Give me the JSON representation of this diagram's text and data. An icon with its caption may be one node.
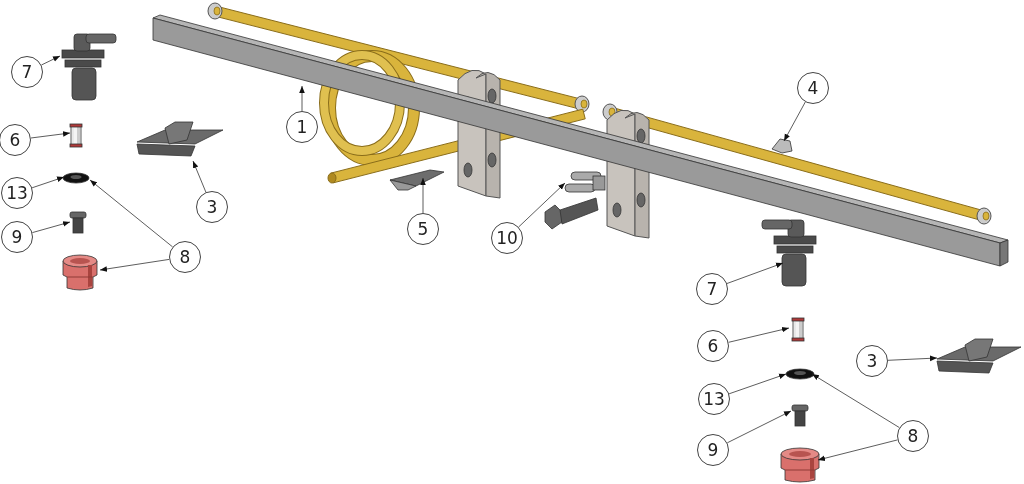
{
  "diagram": {
    "nodes": [
      {
        "text": [
          "7"
        ]
      },
      {
        "text": [],
        "shape": "picture"
      },
      {
        "text": [
          "6"
        ]
      },
      {
        "text": [],
        "shape": "picture"
      },
      {
        "text": [
          "13"
        ]
      },
      {
        "text": [],
        "shape": "picture"
      },
      {
        "text": [
          "9"
        ]
      },
      {
        "text": [],
        "shape": "picture"
      },
      {
        "text": [
          "8"
        ]
      },
      {
        "text": [],
        "shape": "picture"
      },
      {
        "text": [
          "3"
        ]
      },
      {
        "text": [],
        "shape": "picture"
      },
      {
        "text": [
          "1"
        ]
      },
      {
        "text": [],
        "shape": "picture"
      },
      {
        "text": [
          "5"
        ]
      },
      {
        "text": [],
        "shape": "picture"
      },
      {
        "text": [
          "10"
        ]
      },
      {
        "text": [],
        "shape": "picture"
      },
      {
        "text": [
          "4"
        ]
      },
      {
        "text": [],
        "shape": "picture"
      },
      {
        "text": [
          "7"
        ]
      },
      {
        "text": [],
        "shape": "picture"
      },
      {
        "text": [
          "6"
        ]
      },
      {
        "text": [],
        "shape": "picture"
      },
      {
        "text": [
          "13"
        ]
      },
      {
        "text": [],
        "shape": "picture"
      },
      {
        "text": [
          "9"
        ]
      },
      {
        "text": [],
        "shape": "picture"
      },
      {
        "text": [
          "8"
        ]
      },
      {
        "text": [],
        "shape": "picture"
      },
      {
        "text": [
          "3"
        ]
      },
      {
        "text": [],
        "shape": "picture"
      }
    ],
    "edges": [
      {
        "from": 0,
        "to": 1,
        "arrow": "to"
      },
      {
        "from": 2,
        "to": 3,
        "arrow": "to"
      },
      {
        "from": 4,
        "to": 5,
        "arrow": "to"
      },
      {
        "from": 6,
        "to": 7,
        "arrow": "to"
      },
      {
        "from": 8,
        "to": 5,
        "arrow": "to"
      },
      {
        "from": 8,
        "to": 9,
        "arrow": "to"
      },
      {
        "from": 10,
        "to": 11,
        "arrow": "to"
      },
      {
        "from": 12,
        "to": 13,
        "arrow": "to"
      },
      {
        "from": 14,
        "to": 15,
        "arrow": "to"
      },
      {
        "from": 16,
        "to": 17,
        "arrow": "to"
      },
      {
        "from": 18,
        "to": 19,
        "arrow": "to"
      },
      {
        "from": 20,
        "to": 21,
        "arrow": "to"
      },
      {
        "from": 22,
        "to": 23,
        "arrow": "to"
      },
      {
        "from": 24,
        "to": 25,
        "arrow": "to"
      },
      {
        "from": 26,
        "to": 27,
        "arrow": "to"
      },
      {
        "from": 28,
        "to": 25,
        "arrow": "to"
      },
      {
        "from": 28,
        "to": 29,
        "arrow": "to"
      },
      {
        "from": 30,
        "to": 31,
        "arrow": "to"
      }
    ]
  }
}
